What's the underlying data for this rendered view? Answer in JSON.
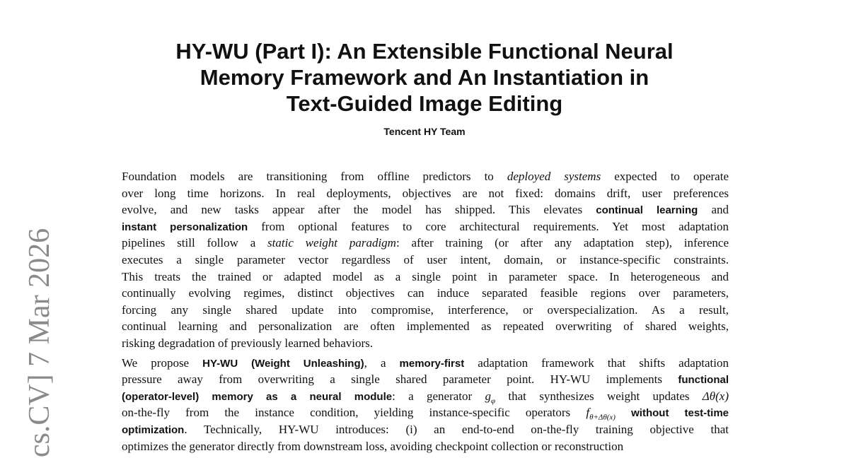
{
  "title_lines": [
    "HY-WU (Part I): An Extensible Functional Neural",
    "Memory Framework and An Instantiation in",
    "Text-Guided Image Editing"
  ],
  "author": "Tencent HY Team",
  "arxiv_stamp": "cs.CV]  7 Mar 2026",
  "paragraphs": [
    [
      [
        [
          "n",
          "Foundation models are transitioning from offline predictors to "
        ],
        [
          "i",
          "deployed systems"
        ],
        [
          "n",
          " expected to operate"
        ]
      ],
      [
        [
          "n",
          "over long time horizons. In real deployments, objectives are not fixed: domains drift, user preferences"
        ]
      ],
      [
        [
          "n",
          "evolve, and new tasks appear after the model has shipped.  This elevates "
        ],
        [
          "b",
          "continual learning"
        ],
        [
          "n",
          " and"
        ]
      ],
      [
        [
          "b",
          "instant personalization"
        ],
        [
          "n",
          " from optional features to core architectural requirements. Yet most adaptation"
        ]
      ],
      [
        [
          "n",
          "pipelines still follow a "
        ],
        [
          "i",
          "static weight paradigm"
        ],
        [
          "n",
          ": after training (or after any adaptation step), inference"
        ]
      ],
      [
        [
          "n",
          "executes a single parameter vector regardless of user intent, domain, or instance-specific constraints."
        ]
      ],
      [
        [
          "n",
          "This treats the trained or adapted model as a single point in parameter space. In heterogeneous and"
        ]
      ],
      [
        [
          "n",
          "continually evolving regimes, distinct objectives can induce separated feasible regions over parameters,"
        ]
      ],
      [
        [
          "n",
          "forcing any single shared update into compromise, interference, or overspecialization.  As a result,"
        ]
      ],
      [
        [
          "n",
          "continual learning and personalization are often implemented as repeated overwriting of shared weights,"
        ]
      ],
      [
        [
          "n",
          "risking degradation of previously learned behaviors."
        ]
      ]
    ],
    [
      [
        [
          "n",
          "We propose "
        ],
        [
          "b",
          "HY-WU (Weight Unleashing)"
        ],
        [
          "n",
          ", a "
        ],
        [
          "b",
          "memory-first"
        ],
        [
          "n",
          " adaptation framework that shifts adaptation"
        ]
      ],
      [
        [
          "n",
          "pressure away from overwriting a single shared parameter point.  HY-WU implements "
        ],
        [
          "b",
          "functional"
        ]
      ],
      [
        [
          "b",
          "(operator-level) memory as a neural module"
        ],
        [
          "n",
          ":  a generator "
        ],
        [
          "m",
          "g"
        ],
        [
          "ms",
          "φ"
        ],
        [
          "n",
          " that synthesizes weight updates "
        ],
        [
          "m",
          "Δθ(x)"
        ]
      ],
      [
        [
          "n",
          "on-the-fly from the instance condition, yielding instance-specific operators "
        ],
        [
          "m",
          "f"
        ],
        [
          "ms",
          "θ+Δθ(x)"
        ],
        [
          "n",
          " "
        ],
        [
          "b",
          "without test-time"
        ]
      ],
      [
        [
          "b",
          "optimization"
        ],
        [
          "n",
          ". Technically, HY-WU introduces:  (i) an end-to-end on-the-fly training objective that"
        ]
      ],
      [
        [
          "n",
          "optimizes the generator directly from downstream loss, avoiding checkpoint collection or reconstruction"
        ]
      ]
    ]
  ]
}
